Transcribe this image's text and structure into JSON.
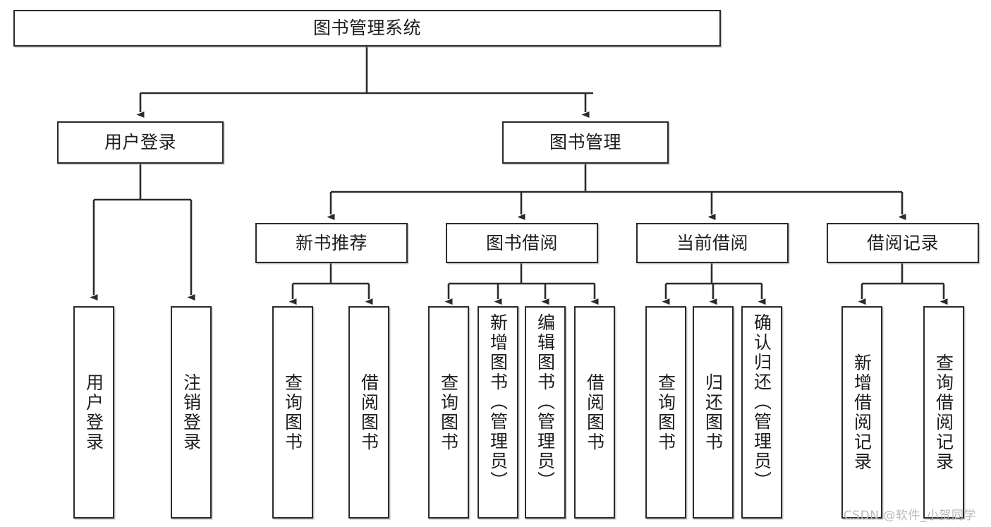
{
  "diagram": {
    "type": "tree",
    "title": "图书管理系统",
    "watermark": "CSDN @软件_小贺同学",
    "colors": {
      "box_border": "#2b2b2b",
      "box_fill": "#ffffff",
      "edge": "#2b2b2b",
      "text": "#1c1c1c",
      "watermark": "#b9b9b9"
    },
    "nodes": {
      "root": {
        "label": "图书管理系统"
      },
      "level2": [
        {
          "id": "user-login",
          "label": "用户登录"
        },
        {
          "id": "book-manage",
          "label": "图书管理"
        }
      ],
      "level3": [
        {
          "id": "new-book-recommend",
          "label": "新书推荐"
        },
        {
          "id": "book-borrow",
          "label": "图书借阅"
        },
        {
          "id": "current-borrow",
          "label": "当前借阅"
        },
        {
          "id": "borrow-record",
          "label": "借阅记录"
        }
      ],
      "leaves": {
        "user_login": [
          {
            "id": "leaf-user-login",
            "label": "用户登录"
          },
          {
            "id": "leaf-logout-login",
            "label": "注销登录"
          }
        ],
        "new_book_recommend": [
          {
            "id": "leaf-query-book-1",
            "label": "查询图书"
          },
          {
            "id": "leaf-borrow-book-1",
            "label": "借阅图书"
          }
        ],
        "book_borrow": [
          {
            "id": "leaf-query-book-2",
            "label": "查询图书"
          },
          {
            "id": "leaf-add-book",
            "label": "新增图书（管理员）"
          },
          {
            "id": "leaf-edit-book",
            "label": "编辑图书（管理员）"
          },
          {
            "id": "leaf-borrow-book-2",
            "label": "借阅图书"
          }
        ],
        "current_borrow": [
          {
            "id": "leaf-query-book-3",
            "label": "查询图书"
          },
          {
            "id": "leaf-return-book",
            "label": "归还图书"
          },
          {
            "id": "leaf-confirm-return",
            "label": "确认归还（管理员）"
          }
        ],
        "borrow_record": [
          {
            "id": "leaf-add-record",
            "label": "新增借阅记录"
          },
          {
            "id": "leaf-query-record",
            "label": "查询借阅记录"
          }
        ]
      }
    }
  }
}
